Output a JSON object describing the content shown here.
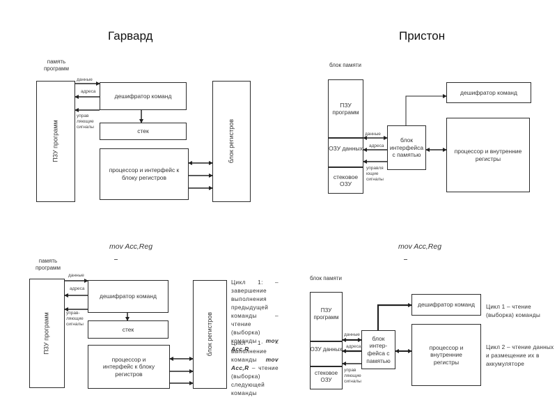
{
  "harvard": {
    "title": "Гарвард",
    "memory_label": "память программ",
    "rom_label": "ПЗУ программ",
    "decoder_label": "дешифратор команд",
    "stack_label": "стек",
    "processor_label": "процессор и интерфейс к блоку регистров",
    "registers_label": "блок регистров",
    "signal_data": "данные",
    "signal_address": "адреса",
    "signal_control": "управ ляющие сигналы"
  },
  "princeton": {
    "title": "Пристон",
    "memory_label": "блок памяти",
    "rom_label": "ПЗУ программ",
    "ram_label": "ОЗУ данных",
    "stack_ram_label": "стековое ОЗУ",
    "interface_label": "блок интерфейса с памятью",
    "decoder_label": "дешифратор команд",
    "processor_label": "процессор и внутренние регистры",
    "signal_data": "данные",
    "signal_address": "адреса",
    "signal_control": "управля ющие сигналы"
  },
  "harvard_example": {
    "instruction": "mov Acc,Reg",
    "memory_label": "память программ",
    "rom_label": "ПЗУ программ",
    "decoder_label": "дешифратор команд",
    "stack_label": "стек",
    "processor_label": "процессор и интерфейс к блоку регистров",
    "registers_label": "блок регистров",
    "signal_data": "данные",
    "signal_address": "адреса",
    "signal_control": "управ- ляющие сигналы",
    "cycle1_text": "Цикл 1: – завершение выполнения предыдущей команды – чтение (выборка) команды",
    "cycle1_cmd": "mov Acc,R",
    "cycle1b_prefix": "Цикл 1· – выполнение команды",
    "cycle1b_cmd": "mov Acc,R",
    "cycle1b_suffix": "– чтение (выборка) следующей команды"
  },
  "princeton_example": {
    "instruction": "mov Acc,Reg",
    "memory_label": "блок памяти",
    "rom_label": "ПЗУ программ",
    "ram_label": "ОЗУ данных",
    "stack_ram_label": "стековое ОЗУ",
    "interface_label": "блок интер- фейса с памятью",
    "decoder_label": "дешифратор команд",
    "processor_label": "процессор и внутренние регистры",
    "signal_data": "данные",
    "signal_address": "адреса",
    "signal_control": "управ ляющие сигналы",
    "cycle1_text": "Цикл 1 – чтение (выборка) команды",
    "cycle2_text": "Цикл 2 – чтение данных и размещение их в аккумуляторе"
  }
}
